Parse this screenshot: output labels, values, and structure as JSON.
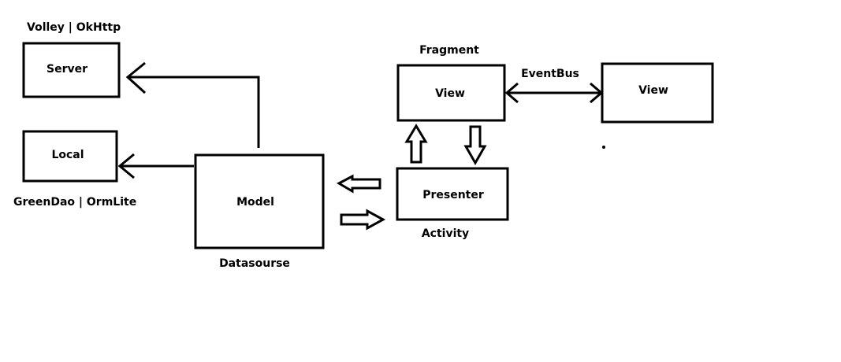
{
  "labels": {
    "server_caption": "Volley | OkHttp",
    "server_box": "Server",
    "local_box": "Local",
    "local_caption": "GreenDao | OrmLite",
    "model_box": "Model",
    "model_caption": "Datasourse",
    "fragment_caption": "Fragment",
    "view_box": "View",
    "eventbus_caption": "EventBus",
    "view2_box": "View",
    "presenter_box": "Presenter",
    "activity_caption": "Activity"
  },
  "colors": {
    "stroke": "#000000",
    "background": "#ffffff"
  }
}
